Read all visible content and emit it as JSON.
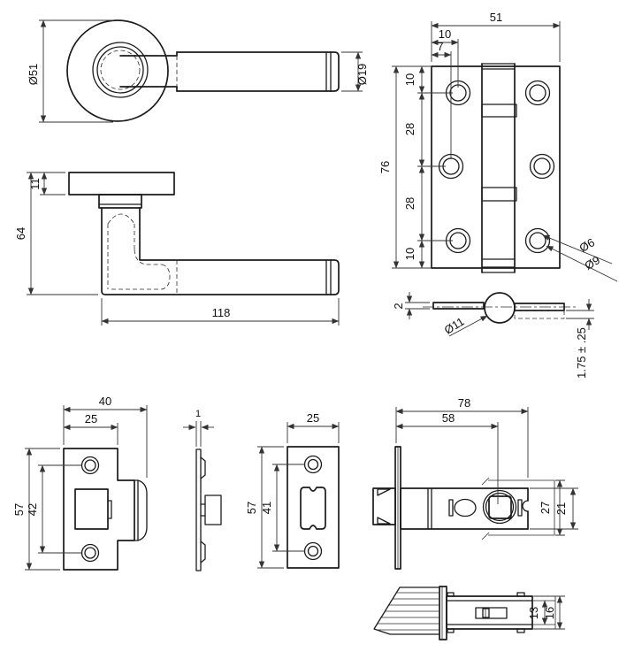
{
  "drawing": {
    "views": {
      "handle_front": {
        "rose_diameter": "Ø51",
        "bar_diameter": "Ø19"
      },
      "handle_side": {
        "rose_thickness": "11",
        "height": "64",
        "length": "118"
      },
      "hinge_front": {
        "width": "51",
        "top_hole_offset": "10",
        "mid_hole_offset": "7",
        "top_margin": "10",
        "upper_pitch": "28",
        "lower_pitch": "28",
        "bottom_margin": "10",
        "height": "76",
        "hole_dia": "Ø6",
        "countersink_dia": "Ø9"
      },
      "hinge_top": {
        "leaf_thickness": "2",
        "knuckle_dia": "Ø11",
        "offset_tol": "1.75 ± .25"
      },
      "strike_front": {
        "overall_width": "40",
        "plate_width": "25",
        "height": "57",
        "hole_pitch": "42"
      },
      "strike_side": {
        "thickness": "1"
      },
      "faceplate_front": {
        "width": "25",
        "height": "57",
        "hole_pitch": "41"
      },
      "latch_side": {
        "length": "78",
        "backset": "58",
        "bore_height": "27",
        "tube_height": "21"
      },
      "latch_bottom": {
        "tube_width": "13",
        "case_width": "16"
      }
    }
  }
}
